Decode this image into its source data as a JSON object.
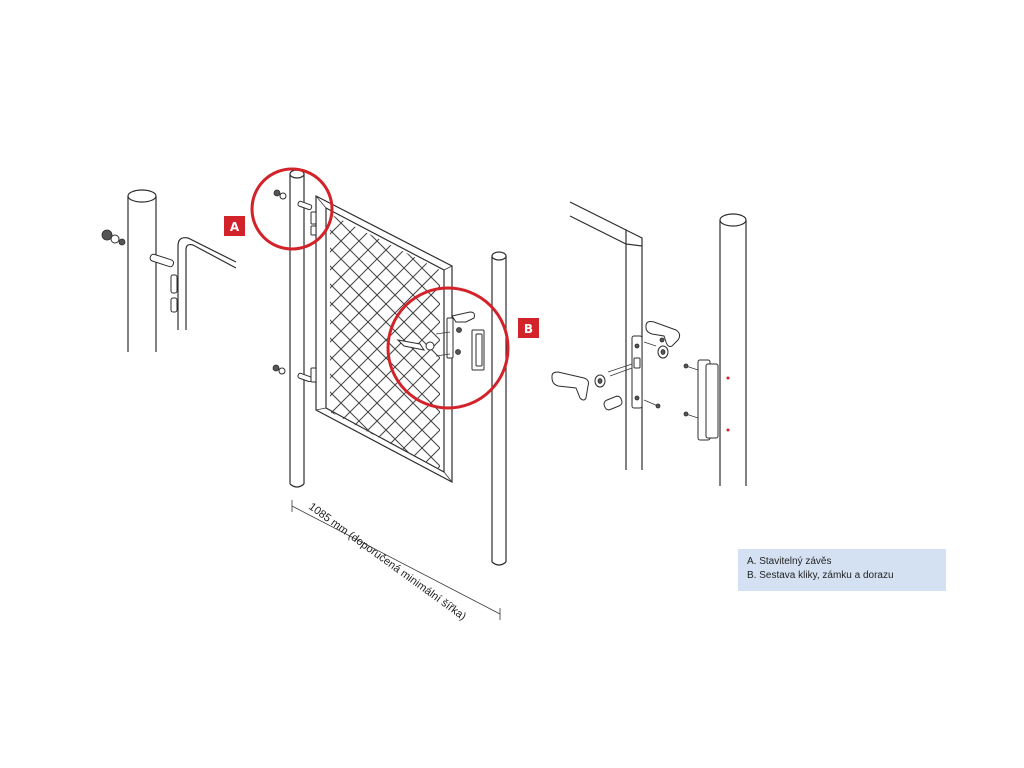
{
  "callouts": [
    {
      "id": "A",
      "label": "A"
    },
    {
      "id": "B",
      "label": "B"
    }
  ],
  "dimension": {
    "text": "1085 mm (doporučená minimální šířka)"
  },
  "legend": {
    "items": [
      {
        "text": "A. Stavitelný závěs"
      },
      {
        "text": "B. Sestava kliky, zámku a dorazu"
      }
    ]
  },
  "colors": {
    "accent_red": "#d2232a",
    "legend_bg": "#d4e1f3",
    "line": "#2e2e2e"
  }
}
